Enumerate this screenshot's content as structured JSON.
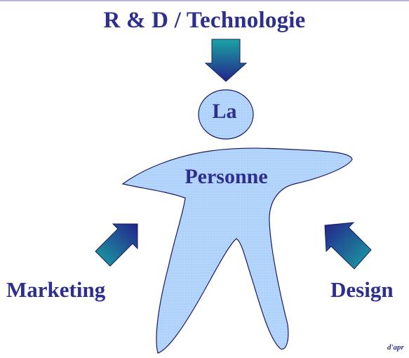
{
  "diagram": {
    "top_label": "R & D  / Technologie",
    "head_label": "La",
    "body_label": "Personne",
    "left_label": "Marketing",
    "right_label": "Design",
    "credit": "d'apr"
  },
  "colors": {
    "text": "#2e2e8f",
    "figure_fill": "#b3d4fb",
    "figure_stroke": "#1a1a66",
    "arrow_dark": "#23238a",
    "arrow_light": "#1aa3a3"
  }
}
